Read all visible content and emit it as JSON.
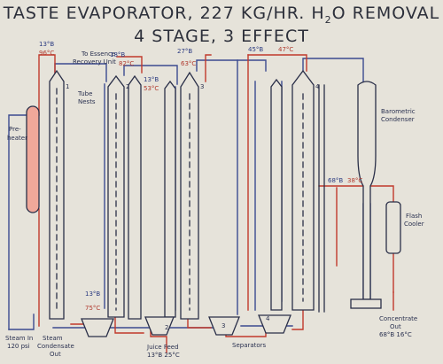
{
  "title": {
    "line1_pre": "TASTE EVAPORATOR, 227 KG/HR. H",
    "line1_sub": "2",
    "line1_post": "O REMOVAL",
    "line2": "4 STAGE, 3 EFFECT"
  },
  "effects": [
    "1",
    "2",
    "3",
    "4"
  ],
  "labels": {
    "preheater_1": "Pre-",
    "preheater_2": "heater",
    "tube_nests_1": "Tube",
    "tube_nests_2": "Nests",
    "essence_1": "To Essence",
    "essence_2": "Recovery Unit",
    "baro_1": "Barometric",
    "baro_2": "Condenser",
    "flash_1": "Flash",
    "flash_2": "Cooler",
    "steam_1": "Steam In",
    "steam_2": "120 psi",
    "condensate_1": "Steam",
    "condensate_2": "Condensate",
    "condensate_3": "Out",
    "juice_1": "Juice Feed",
    "juice_2": "13°B  25°C",
    "separators": "Separators",
    "concentrate_1": "Concentrate",
    "concentrate_2": "Out",
    "concentrate_3": "68°B  16°C"
  },
  "readings": {
    "r1_brix": "13°B",
    "r1_temp": "96°C",
    "r2_brix": "18°B",
    "r2_temp": "82°C",
    "r3_brix": "13°B",
    "r3_temp": "53°C",
    "r4_brix": "27°B",
    "r4_temp": "63°C",
    "r5_brix": "45°B",
    "r5_temp": "47°C",
    "r6_brix": "68°B",
    "r6_temp": "38°C",
    "r7_brix": "13°B",
    "r7_temp": "75°C"
  },
  "colors": {
    "steam_blue": "#3b4b8f",
    "juice_red": "#c0392b",
    "outline": "#2a2f48",
    "preheater_fill": "#f0a89a",
    "background": "#e6e3da"
  }
}
